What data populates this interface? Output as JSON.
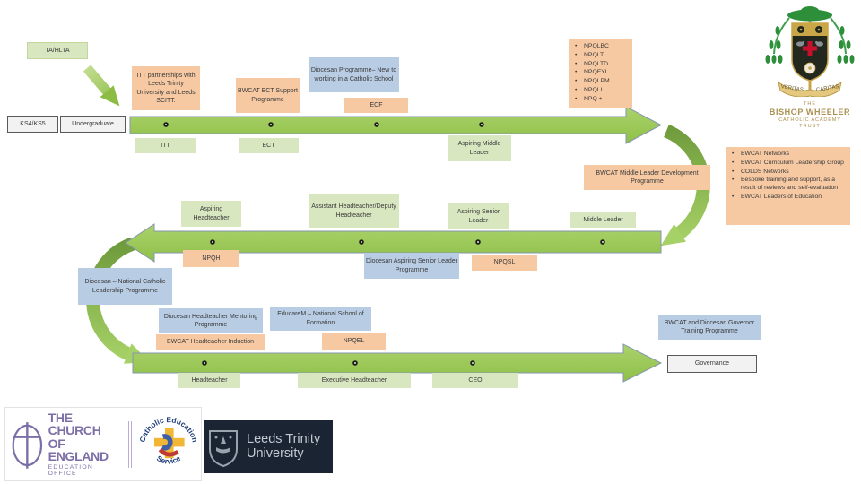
{
  "colors": {
    "arrow_green": "#9BC756",
    "light_green": "#D9E7C1",
    "peach": "#F6C9A3",
    "blue": "#B8CCE4",
    "gray_box": "#F2F2F2"
  },
  "top": {
    "ta_hlta": "TA/HLTA",
    "ks4": "KS4/KS5",
    "undergraduate": "Undergraduate",
    "itt_partnerships": "ITT partnerships with Leeds Trinity University and Leeds SCITT.",
    "bwcat_ect_support": "BWCAT ECT Support Programme",
    "diocesan_new": "Diocesan Programme– New to working in a Catholic School",
    "ecf": "ECF",
    "npq_items": [
      "NPQLBC",
      "NPQLT",
      "NPQLTD",
      "NPQEYL",
      "NPQLPM",
      "NPQLL",
      "NPQ +"
    ],
    "itt": "ITT",
    "ect": "ECT",
    "aspiring_middle_leader": "Aspiring Middle Leader"
  },
  "right": {
    "networks": [
      "BWCAT Networks",
      "BWCAT Curriculum Leadership Group",
      "COLDS Networks",
      "Bespoke training and support, as a result of reviews and self-evaluation",
      "BWCAT Leaders of Education"
    ],
    "bwcat_middle_leader": "BWCAT Middle Leader Development Programme"
  },
  "mid": {
    "aspiring_headteacher": "Aspiring Headteacher",
    "assistant_headteacher": "Assistant Headteacher/Deputy Headteacher",
    "aspiring_senior_leader": "Aspiring Senior Leader",
    "middle_leader": "Middle Leader",
    "npqh": "NPQH",
    "diocesan_aspiring": "Diocesan Aspiring Senior Leader Programme",
    "npqsl": "NPQSL"
  },
  "low": {
    "diocesan_national": "Diocesan – National Catholic Leadership Programme",
    "dio_ht_mentoring": "Diocesan Headteacher Mentoring Programme",
    "bwcat_ht_induction": "BWCAT Headteacher Induction",
    "educarem": "EducareM – National School of Formation",
    "npqel": "NPQEL",
    "headteacher": "Headteacher",
    "exec_headteacher": "Executive Headteacher",
    "ceo": "CEO",
    "governor_training": "BWCAT and Diocesan Governor Training Programme",
    "governance": "Governance"
  },
  "logos": {
    "coe_line1": "THE CHURCH",
    "coe_line2": "OF ENGLAND",
    "coe_line3": "EDUCATION OFFICE",
    "ces_top": "Catholic Education",
    "ces_bottom": "Service",
    "ltu_line1": "Leeds Trinity",
    "ltu_line2": "University"
  },
  "crest": {
    "the": "THE",
    "name": "BISHOP WHEELER",
    "line2": "CATHOLIC ACADEMY",
    "line3": "TRUST",
    "motto_left": "VERITAS",
    "motto_right": "CARITAS"
  }
}
